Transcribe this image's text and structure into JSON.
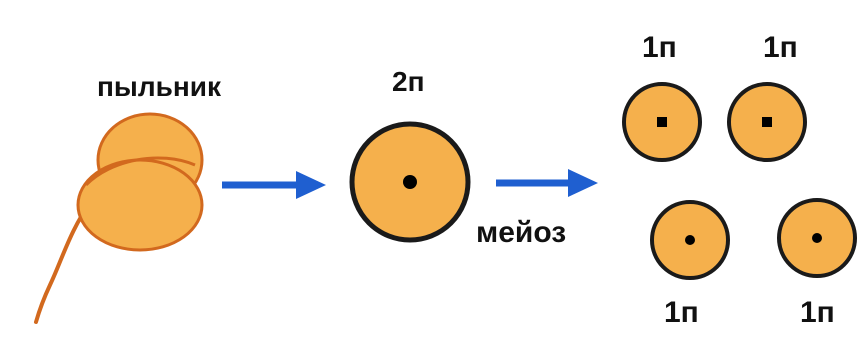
{
  "labels": {
    "anther": "пыльник",
    "mother_cell_ploidy": "2п",
    "process": "мейоз",
    "spore_top_left": "1п",
    "spore_top_right": "1п",
    "spore_bottom_left": "1п",
    "spore_bottom_right": "1п"
  },
  "colors": {
    "cell_fill": "#F5B04C",
    "cell_outline": "#1a1a1a",
    "nucleus": "#000000",
    "arrow": "#1F5FD0",
    "anther_fill": "#F5B04C",
    "anther_outline": "#D2691E"
  }
}
